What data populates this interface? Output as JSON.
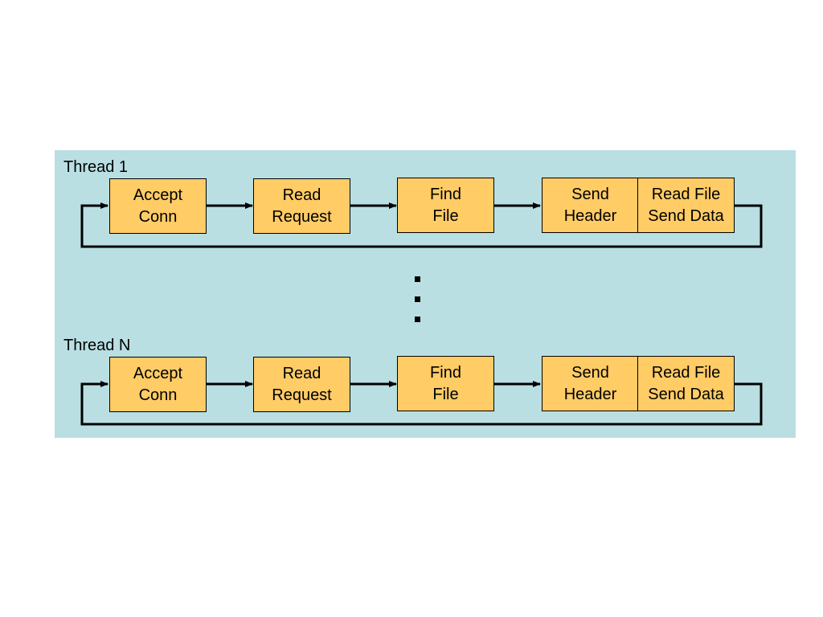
{
  "palette": {
    "panel_background": "#b9dfe3",
    "box_fill": "#ffcc66",
    "line_color": "#000000"
  },
  "threads": [
    {
      "label": "Thread 1",
      "steps": [
        {
          "line1": "Accept",
          "line2": "Conn"
        },
        {
          "line1": "Read",
          "line2": "Request"
        },
        {
          "line1": "Find",
          "line2": "File"
        },
        {
          "line1": "Send",
          "line2": "Header"
        },
        {
          "line1": "Read File",
          "line2": "Send Data"
        }
      ]
    },
    {
      "label": "Thread N",
      "steps": [
        {
          "line1": "Accept",
          "line2": "Conn"
        },
        {
          "line1": "Read",
          "line2": "Request"
        },
        {
          "line1": "Find",
          "line2": "File"
        },
        {
          "line1": "Send",
          "line2": "Header"
        },
        {
          "line1": "Read File",
          "line2": "Send Data"
        }
      ]
    }
  ]
}
